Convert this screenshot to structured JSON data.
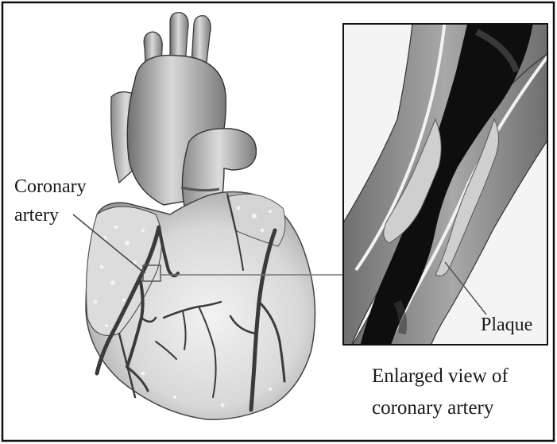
{
  "labels": {
    "coronary_line1": "Coronary",
    "coronary_line2": "artery",
    "plaque": "Plaque",
    "caption_line1": "Enlarged view of",
    "caption_line2": "coronary artery"
  },
  "colors": {
    "frame": "#111111",
    "heart_light": "#e6e6e6",
    "heart_mid": "#bdbdbd",
    "heart_dark": "#6e6e6e",
    "artery_wall": "#8a8a8a",
    "artery_lumen": "#0e0e0e",
    "plaque": "#c9c9c9"
  }
}
